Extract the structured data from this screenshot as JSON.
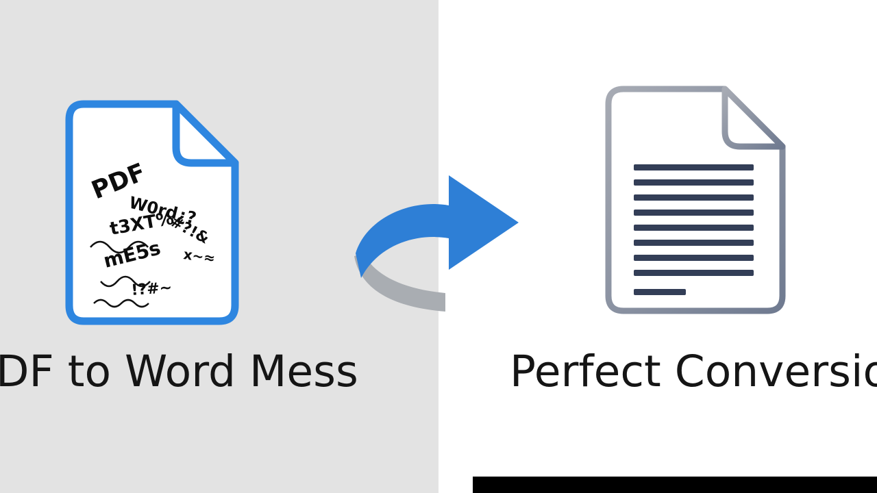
{
  "page": {
    "left_panel": {
      "caption": "DF to Word Mess",
      "bg_color": "#e3e3e3"
    },
    "right_panel": {
      "caption": "Perfect Conversio",
      "bg_color": "#ffffff"
    },
    "messy_document": {
      "border_color": "#2e86e0",
      "fill_color": "#ffffff",
      "scribble_color": "#0d0d0d",
      "scribbles": [
        "PDF",
        "W0rd¿?",
        "t3XT%",
        "#?!&",
        "mE5s",
        "x~≈",
        "!?#~"
      ]
    },
    "clean_document": {
      "border_color_start": "#a7abb4",
      "border_color_end": "#6f7a90",
      "fill_color": "#ffffff",
      "line_color": "#333e57"
    },
    "arrow": {
      "blue": "#2e7fd6",
      "gray": "#a9adb2"
    },
    "bottom_bar_color": "#000000",
    "label_color": "#151515"
  }
}
